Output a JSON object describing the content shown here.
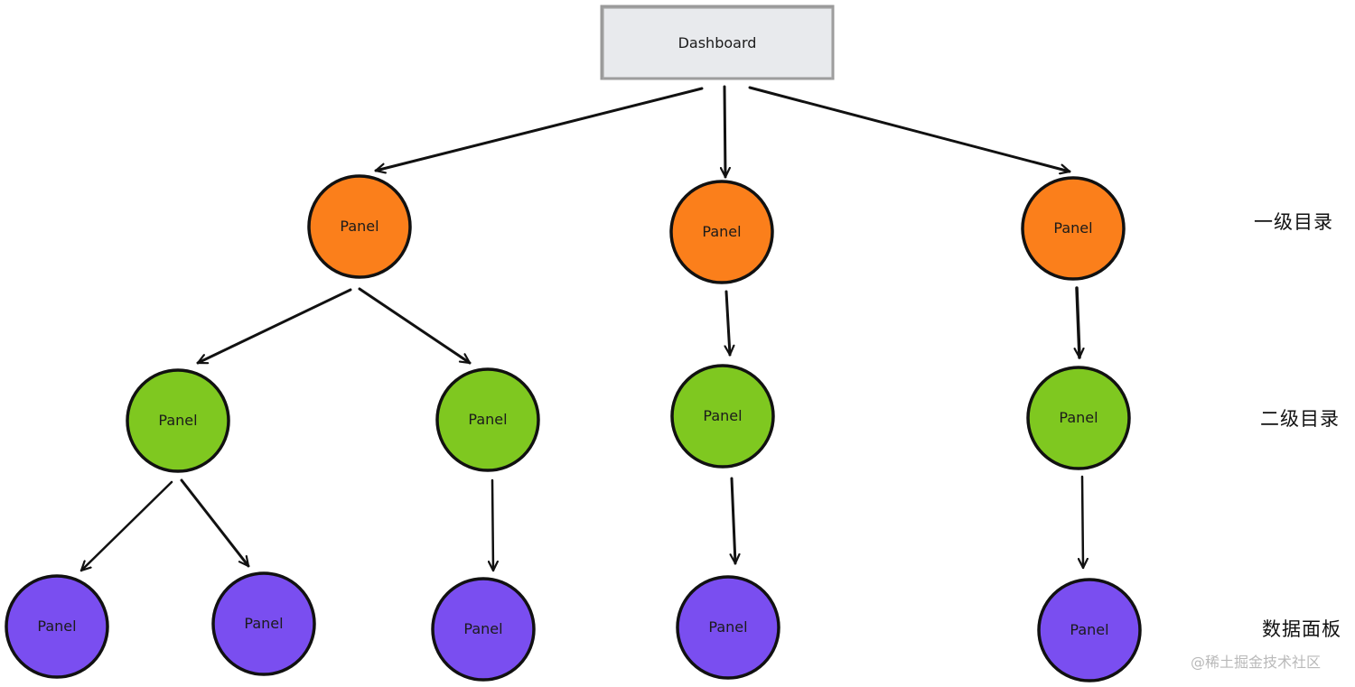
{
  "colors": {
    "root_fill": "#e8eaed",
    "root_stroke": "#9a9a9a",
    "level1_fill": "#fb7f1b",
    "level2_fill": "#7fc820",
    "level3_fill": "#7a4ef0",
    "node_stroke": "#111111",
    "edge": "#111111"
  },
  "root": {
    "label": "Dashboard"
  },
  "nodes": {
    "l1_a": {
      "label": "Panel",
      "level": 1
    },
    "l1_b": {
      "label": "Panel",
      "level": 1
    },
    "l1_c": {
      "label": "Panel",
      "level": 1
    },
    "l2_a": {
      "label": "Panel",
      "level": 2
    },
    "l2_b": {
      "label": "Panel",
      "level": 2
    },
    "l2_c": {
      "label": "Panel",
      "level": 2
    },
    "l2_d": {
      "label": "Panel",
      "level": 2
    },
    "l3_a": {
      "label": "Panel",
      "level": 3
    },
    "l3_b": {
      "label": "Panel",
      "level": 3
    },
    "l3_c": {
      "label": "Panel",
      "level": 3
    },
    "l3_d": {
      "label": "Panel",
      "level": 3
    },
    "l3_e": {
      "label": "Panel",
      "level": 3
    }
  },
  "edges": [
    [
      "root",
      "l1_a"
    ],
    [
      "root",
      "l1_b"
    ],
    [
      "root",
      "l1_c"
    ],
    [
      "l1_a",
      "l2_a"
    ],
    [
      "l1_a",
      "l2_b"
    ],
    [
      "l1_b",
      "l2_c"
    ],
    [
      "l1_c",
      "l2_d"
    ],
    [
      "l2_a",
      "l3_a"
    ],
    [
      "l2_a",
      "l3_b"
    ],
    [
      "l2_b",
      "l3_c"
    ],
    [
      "l2_c",
      "l3_d"
    ],
    [
      "l2_d",
      "l3_e"
    ]
  ],
  "level_labels": {
    "level1": "一级目录",
    "level2": "二级目录",
    "level3": "数据面板"
  },
  "watermark": "@稀土掘金技术社区"
}
